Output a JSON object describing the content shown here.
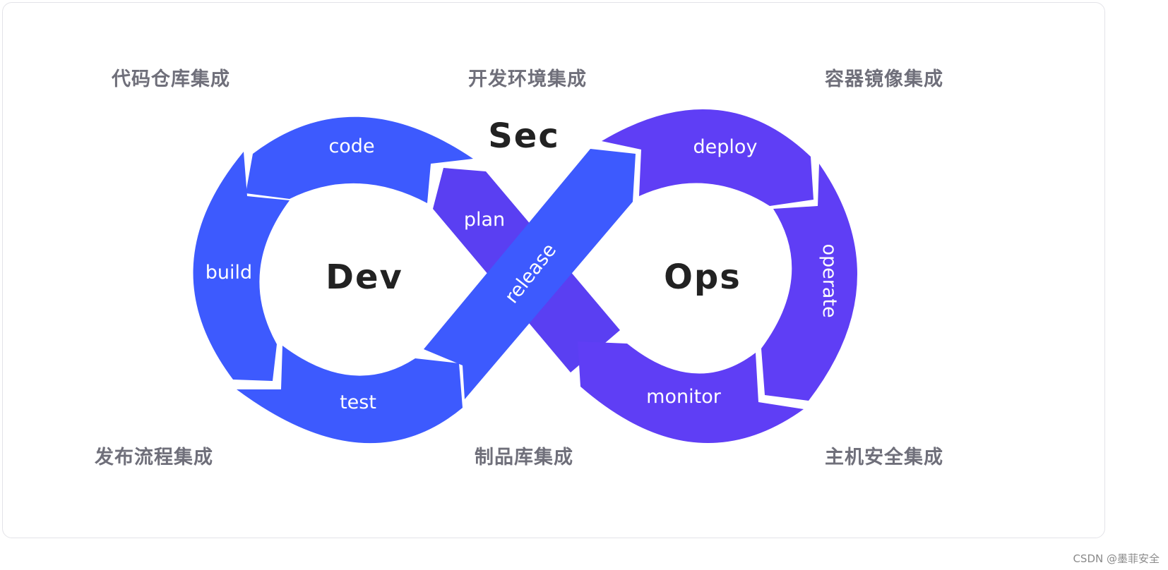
{
  "corner_labels": {
    "top_left": "代码仓库集成",
    "top_center": "开发环境集成",
    "top_right": "容器镜像集成",
    "bottom_left": "发布流程集成",
    "bottom_center": "制品库集成",
    "bottom_right": "主机安全集成"
  },
  "hubs": {
    "dev": "Dev",
    "sec": "Sec",
    "ops": "Ops"
  },
  "segments": {
    "code": "code",
    "build": "build",
    "test": "test",
    "plan": "plan",
    "release": "release",
    "deploy": "deploy",
    "operate": "operate",
    "monitor": "monitor"
  },
  "colors": {
    "dev_blue": "#3d5afe",
    "ops_purple": "#5f3ef5",
    "label_gray": "#6f6f7a"
  },
  "watermark": "CSDN @墨菲安全"
}
